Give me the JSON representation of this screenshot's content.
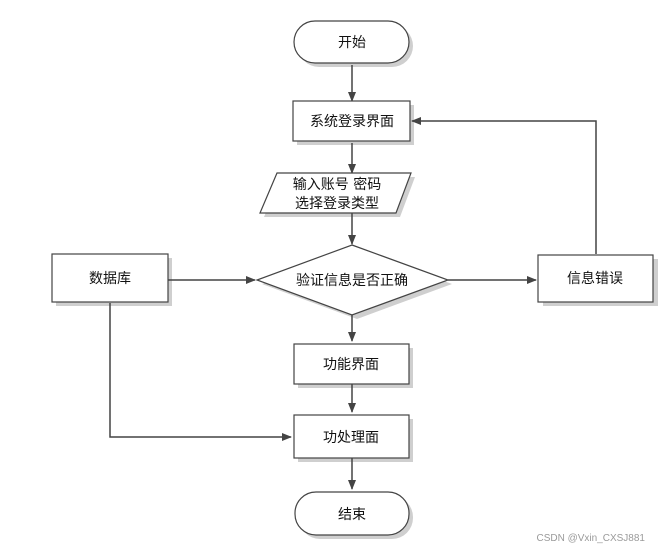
{
  "diagram": {
    "nodes": {
      "start": "开始",
      "login_ui": "系统登录界面",
      "input_line1": "输入账号 密码",
      "input_line2": "选择登录类型",
      "verify": "验证信息是否正确",
      "database": "数据库",
      "error": "信息错误",
      "feature_ui": "功能界面",
      "process": "功处理面",
      "end": "结束"
    }
  },
  "watermark": "CSDN @Vxin_CXSJ881",
  "colors": {
    "stroke": "#444444",
    "fill": "#ffffff",
    "shadow": "#c8c8c8",
    "text": "#111111"
  }
}
